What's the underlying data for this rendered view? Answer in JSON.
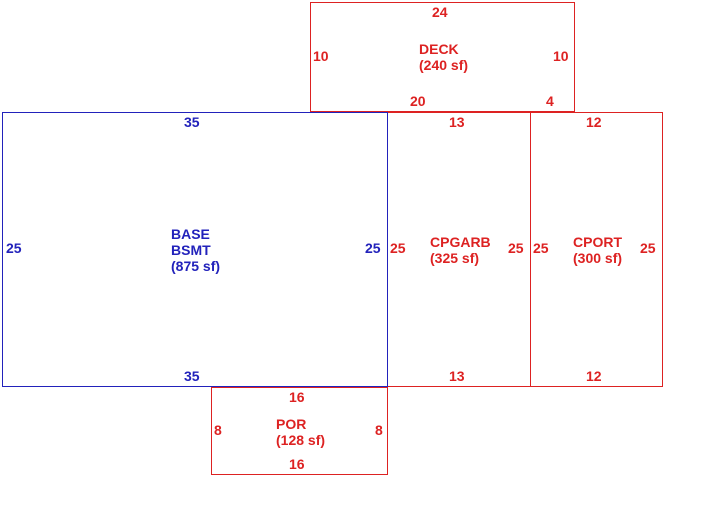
{
  "colors": {
    "base": "#2222bb",
    "addition": "#dd2222"
  },
  "rooms": {
    "deck": {
      "line1": "DECK",
      "area": "(240 sf)",
      "top": "24",
      "left": "10",
      "right": "10",
      "bottom_a": "20",
      "bottom_b": "4"
    },
    "base": {
      "line1": "BASE",
      "line2": "BSMT",
      "area": "(875 sf)",
      "top": "35",
      "left": "25",
      "right": "25",
      "bottom": "35"
    },
    "cpgarb": {
      "line1": "CPGARB",
      "area": "(325 sf)",
      "top": "13",
      "left": "25",
      "right": "25",
      "bottom": "13"
    },
    "cport": {
      "line1": "CPORT",
      "area": "(300 sf)",
      "top": "12",
      "left": "25",
      "right": "25",
      "bottom": "12"
    },
    "por": {
      "line1": "POR",
      "area": "(128 sf)",
      "top": "16",
      "left": "8",
      "right": "8",
      "bottom": "16"
    }
  }
}
